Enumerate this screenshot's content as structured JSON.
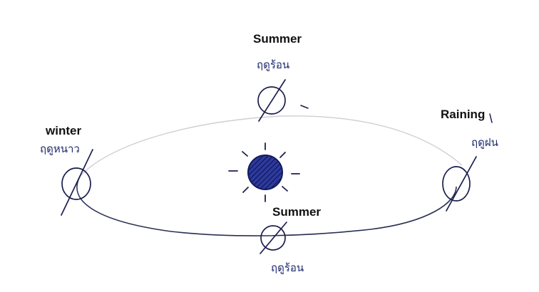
{
  "labels": {
    "summer_top_en": "Summer",
    "summer_top_th": "ฤดูร้อน",
    "winter_en": "winter",
    "winter_th": "ฤดูหนาว",
    "raining_en": "Raining",
    "raining_th": "ฤดูฝน",
    "summer_bottom_en": "Summer",
    "summer_bottom_th": "ฤดูร้อน"
  },
  "colors": {
    "ink": "#1a1f4d",
    "thai_ink": "#1e2a6e",
    "sun_fill": "#1f2a7a",
    "orbit_back": "#cfcfd4",
    "orbit_front": "#2a2f55"
  }
}
